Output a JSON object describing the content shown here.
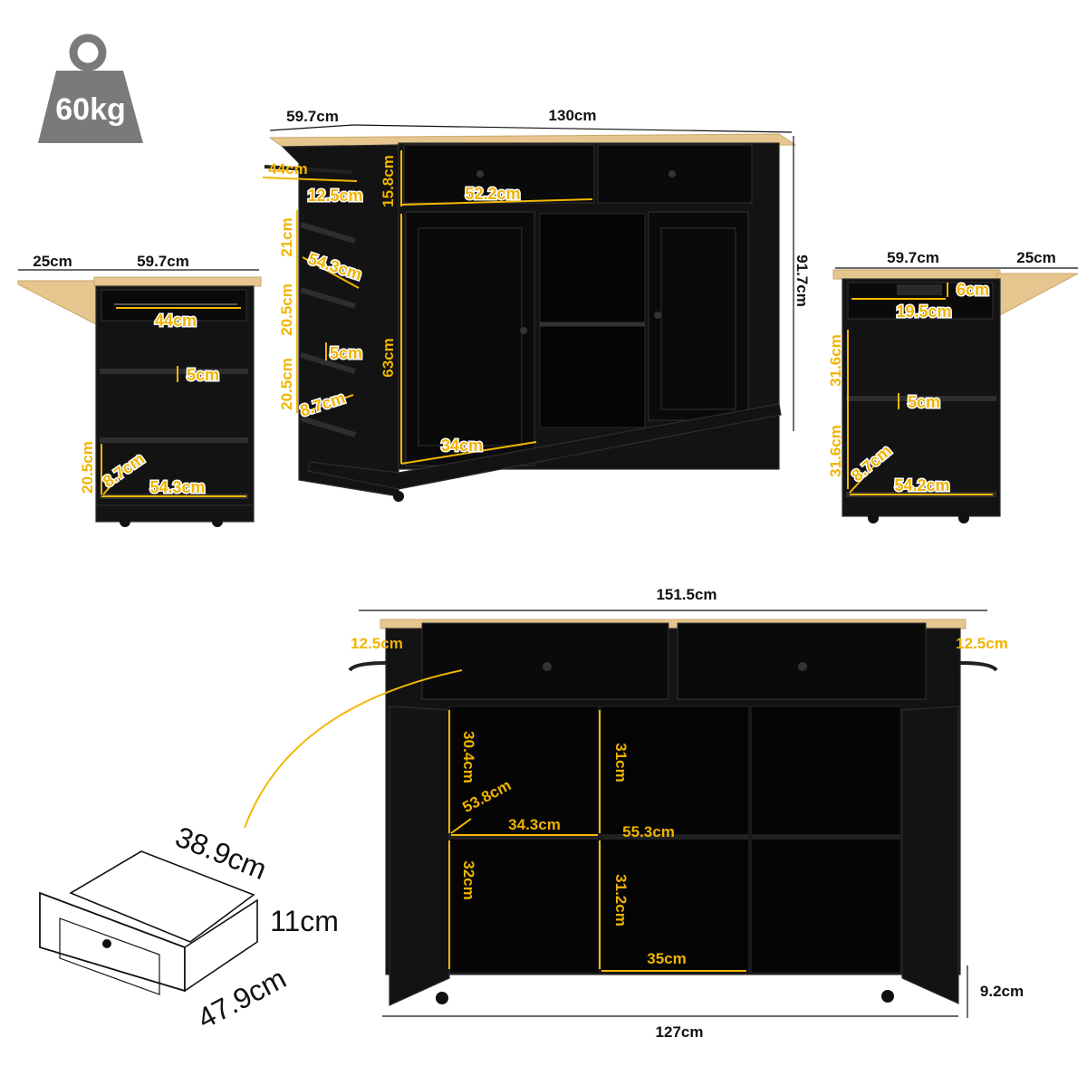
{
  "weight": {
    "label": "60kg"
  },
  "top_view": {
    "depth": "59.7cm",
    "width": "130cm",
    "height": "91.7cm",
    "drawer_height": "15.8cm",
    "drawer_width": "52.2cm",
    "cabinet_height": "63cm",
    "cabinet_width": "34cm",
    "rack_width": "44cm",
    "rack_depth": "12.5cm",
    "shelf1": "21cm",
    "shelf_len": "54.3cm",
    "shelf2": "20.5cm",
    "gap": "5cm",
    "shelf3": "20.5cm",
    "lip": "8.7cm"
  },
  "left_side": {
    "leaf": "25cm",
    "depth": "59.7cm",
    "rack": "44cm",
    "gap": "5cm",
    "shelf_h": "20.5cm",
    "lip": "8.7cm",
    "shelf_w": "54.3cm"
  },
  "right_side": {
    "depth": "59.7cm",
    "leaf": "25cm",
    "outlet_h": "6cm",
    "outlet_w": "19.5cm",
    "shelf_h1": "31.6cm",
    "gap": "5cm",
    "shelf_h2": "31.6cm",
    "lip": "8.7cm",
    "shelf_w": "54.2cm"
  },
  "front_open": {
    "total_width": "151.5cm",
    "rack_left": "12.5cm",
    "rack_right": "12.5cm",
    "upper_h_left": "30.4cm",
    "upper_h_mid": "31cm",
    "depth_diag": "53.8cm",
    "shelf_w_left": "34.3cm",
    "shelf_w_mid": "55.3cm",
    "lower_h_left": "32cm",
    "lower_h_mid": "31.2cm",
    "bottom_w": "35cm",
    "base_width": "127cm",
    "clearance": "9.2cm"
  },
  "drawer": {
    "width": "38.9cm",
    "height": "11cm",
    "depth": "47.9cm"
  }
}
